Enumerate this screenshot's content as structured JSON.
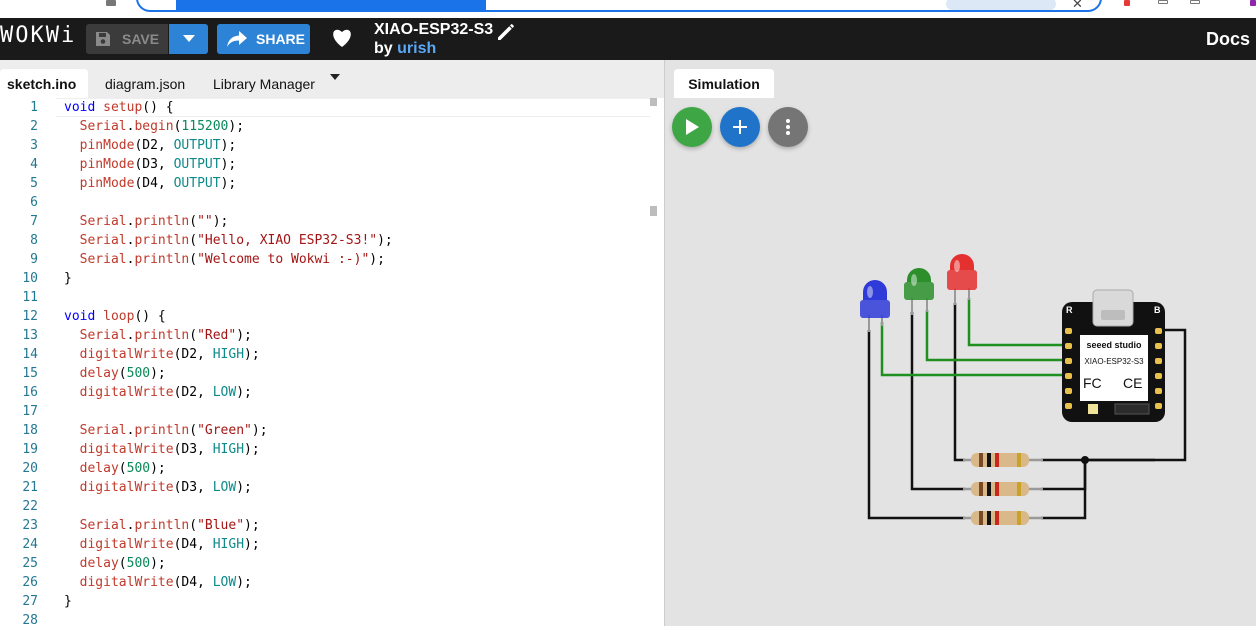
{
  "app": {
    "logo": "WOKWi",
    "save_label": "SAVE",
    "share_label": "SHARE",
    "project_title": "XIAO-ESP32-S3",
    "by_label": "by",
    "author": "urish",
    "docs_label": "Docs"
  },
  "tabs": [
    {
      "label": "sketch.ino",
      "active": true
    },
    {
      "label": "diagram.json",
      "active": false
    },
    {
      "label": "Library Manager",
      "active": false
    }
  ],
  "simulation": {
    "tab_label": "Simulation",
    "buttons": [
      {
        "icon": "play-icon",
        "color": "#3ea644"
      },
      {
        "icon": "plus-icon",
        "color": "#1f73c8"
      },
      {
        "icon": "more-vert-icon",
        "color": "#757575"
      }
    ],
    "board": {
      "brand": "seeed studio",
      "model": "XIAO-ESP32-S3",
      "fc_mark": "FC",
      "ce_mark": "CE",
      "pin_r": "R",
      "pin_b": "B"
    },
    "leds": [
      {
        "color_name": "blue",
        "color": "#2f3bd8"
      },
      {
        "color_name": "green",
        "color": "#2c8f2c"
      },
      {
        "color_name": "red",
        "color": "#e53030"
      }
    ],
    "wire_color_signal": "#1f8f1f",
    "wire_color_ground": "#111111"
  },
  "colors": {
    "keyword": "#0000ff",
    "function": "#c0392b",
    "constant": "#0f8a8a",
    "number": "#09885a",
    "string": "#a31515",
    "text": "#000000",
    "line_number": "#237893"
  },
  "code": [
    [
      [
        "kw",
        "void"
      ],
      [
        "t",
        " "
      ],
      [
        "fn",
        "setup"
      ],
      [
        "t",
        "() {"
      ]
    ],
    [
      [
        "t",
        "  "
      ],
      [
        "fn",
        "Serial"
      ],
      [
        "t",
        "."
      ],
      [
        "fn",
        "begin"
      ],
      [
        "t",
        "("
      ],
      [
        "num",
        "115200"
      ],
      [
        "t",
        ");"
      ]
    ],
    [
      [
        "t",
        "  "
      ],
      [
        "fn",
        "pinMode"
      ],
      [
        "t",
        "(D2, "
      ],
      [
        "cst",
        "OUTPUT"
      ],
      [
        "t",
        ");"
      ]
    ],
    [
      [
        "t",
        "  "
      ],
      [
        "fn",
        "pinMode"
      ],
      [
        "t",
        "(D3, "
      ],
      [
        "cst",
        "OUTPUT"
      ],
      [
        "t",
        ");"
      ]
    ],
    [
      [
        "t",
        "  "
      ],
      [
        "fn",
        "pinMode"
      ],
      [
        "t",
        "(D4, "
      ],
      [
        "cst",
        "OUTPUT"
      ],
      [
        "t",
        ");"
      ]
    ],
    [],
    [
      [
        "t",
        "  "
      ],
      [
        "fn",
        "Serial"
      ],
      [
        "t",
        "."
      ],
      [
        "fn",
        "println"
      ],
      [
        "t",
        "("
      ],
      [
        "str",
        "\"\""
      ],
      [
        "t",
        ");"
      ]
    ],
    [
      [
        "t",
        "  "
      ],
      [
        "fn",
        "Serial"
      ],
      [
        "t",
        "."
      ],
      [
        "fn",
        "println"
      ],
      [
        "t",
        "("
      ],
      [
        "str",
        "\"Hello, XIAO ESP32-S3!\""
      ],
      [
        "t",
        ");"
      ]
    ],
    [
      [
        "t",
        "  "
      ],
      [
        "fn",
        "Serial"
      ],
      [
        "t",
        "."
      ],
      [
        "fn",
        "println"
      ],
      [
        "t",
        "("
      ],
      [
        "str",
        "\"Welcome to Wokwi :-)\""
      ],
      [
        "t",
        ");"
      ]
    ],
    [
      [
        "t",
        "}"
      ]
    ],
    [],
    [
      [
        "kw",
        "void"
      ],
      [
        "t",
        " "
      ],
      [
        "fn",
        "loop"
      ],
      [
        "t",
        "() {"
      ]
    ],
    [
      [
        "t",
        "  "
      ],
      [
        "fn",
        "Serial"
      ],
      [
        "t",
        "."
      ],
      [
        "fn",
        "println"
      ],
      [
        "t",
        "("
      ],
      [
        "str",
        "\"Red\""
      ],
      [
        "t",
        ");"
      ]
    ],
    [
      [
        "t",
        "  "
      ],
      [
        "fn",
        "digitalWrite"
      ],
      [
        "t",
        "(D2, "
      ],
      [
        "cst",
        "HIGH"
      ],
      [
        "t",
        ");"
      ]
    ],
    [
      [
        "t",
        "  "
      ],
      [
        "fn",
        "delay"
      ],
      [
        "t",
        "("
      ],
      [
        "num",
        "500"
      ],
      [
        "t",
        ");"
      ]
    ],
    [
      [
        "t",
        "  "
      ],
      [
        "fn",
        "digitalWrite"
      ],
      [
        "t",
        "(D2, "
      ],
      [
        "cst",
        "LOW"
      ],
      [
        "t",
        ");"
      ]
    ],
    [],
    [
      [
        "t",
        "  "
      ],
      [
        "fn",
        "Serial"
      ],
      [
        "t",
        "."
      ],
      [
        "fn",
        "println"
      ],
      [
        "t",
        "("
      ],
      [
        "str",
        "\"Green\""
      ],
      [
        "t",
        ");"
      ]
    ],
    [
      [
        "t",
        "  "
      ],
      [
        "fn",
        "digitalWrite"
      ],
      [
        "t",
        "(D3, "
      ],
      [
        "cst",
        "HIGH"
      ],
      [
        "t",
        ");"
      ]
    ],
    [
      [
        "t",
        "  "
      ],
      [
        "fn",
        "delay"
      ],
      [
        "t",
        "("
      ],
      [
        "num",
        "500"
      ],
      [
        "t",
        ");"
      ]
    ],
    [
      [
        "t",
        "  "
      ],
      [
        "fn",
        "digitalWrite"
      ],
      [
        "t",
        "(D3, "
      ],
      [
        "cst",
        "LOW"
      ],
      [
        "t",
        ");"
      ]
    ],
    [],
    [
      [
        "t",
        "  "
      ],
      [
        "fn",
        "Serial"
      ],
      [
        "t",
        "."
      ],
      [
        "fn",
        "println"
      ],
      [
        "t",
        "("
      ],
      [
        "str",
        "\"Blue\""
      ],
      [
        "t",
        ");"
      ]
    ],
    [
      [
        "t",
        "  "
      ],
      [
        "fn",
        "digitalWrite"
      ],
      [
        "t",
        "(D4, "
      ],
      [
        "cst",
        "HIGH"
      ],
      [
        "t",
        ");"
      ]
    ],
    [
      [
        "t",
        "  "
      ],
      [
        "fn",
        "delay"
      ],
      [
        "t",
        "("
      ],
      [
        "num",
        "500"
      ],
      [
        "t",
        ");"
      ]
    ],
    [
      [
        "t",
        "  "
      ],
      [
        "fn",
        "digitalWrite"
      ],
      [
        "t",
        "(D4, "
      ],
      [
        "cst",
        "LOW"
      ],
      [
        "t",
        ");"
      ]
    ],
    [
      [
        "t",
        "}"
      ]
    ],
    []
  ]
}
